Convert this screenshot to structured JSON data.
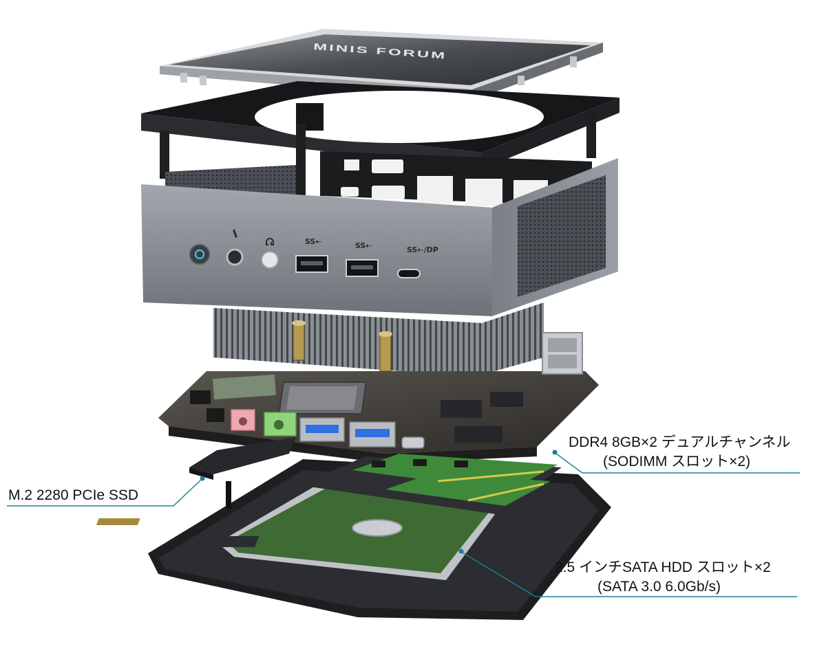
{
  "product": {
    "lid_logo": "MINIS FORUM",
    "front_port_labels": [
      "SS⇠",
      "SS⇠",
      "SS⇠/DP"
    ]
  },
  "callouts": {
    "ssd": {
      "line1": "M.2 2280 PCIe SSD"
    },
    "ram": {
      "line1": "DDR4 8GB×2 デュアルチャンネル",
      "line2": "(SODIMM スロット×2)"
    },
    "hdd": {
      "line1": "2.5 インチSATA HDD スロット×2",
      "line2": "(SATA 3.0 6.0Gb/s)"
    }
  },
  "colors": {
    "leader_line": "#1a7f96",
    "chassis": "#7a7f85",
    "pcb": "#3c3a36",
    "ram_pcb": "#3e8a3a",
    "power_led": "#3ec6e0",
    "usb_blue": "#2f6fe0",
    "audio_pink": "#f0a8b0",
    "audio_green": "#8fd47a"
  }
}
